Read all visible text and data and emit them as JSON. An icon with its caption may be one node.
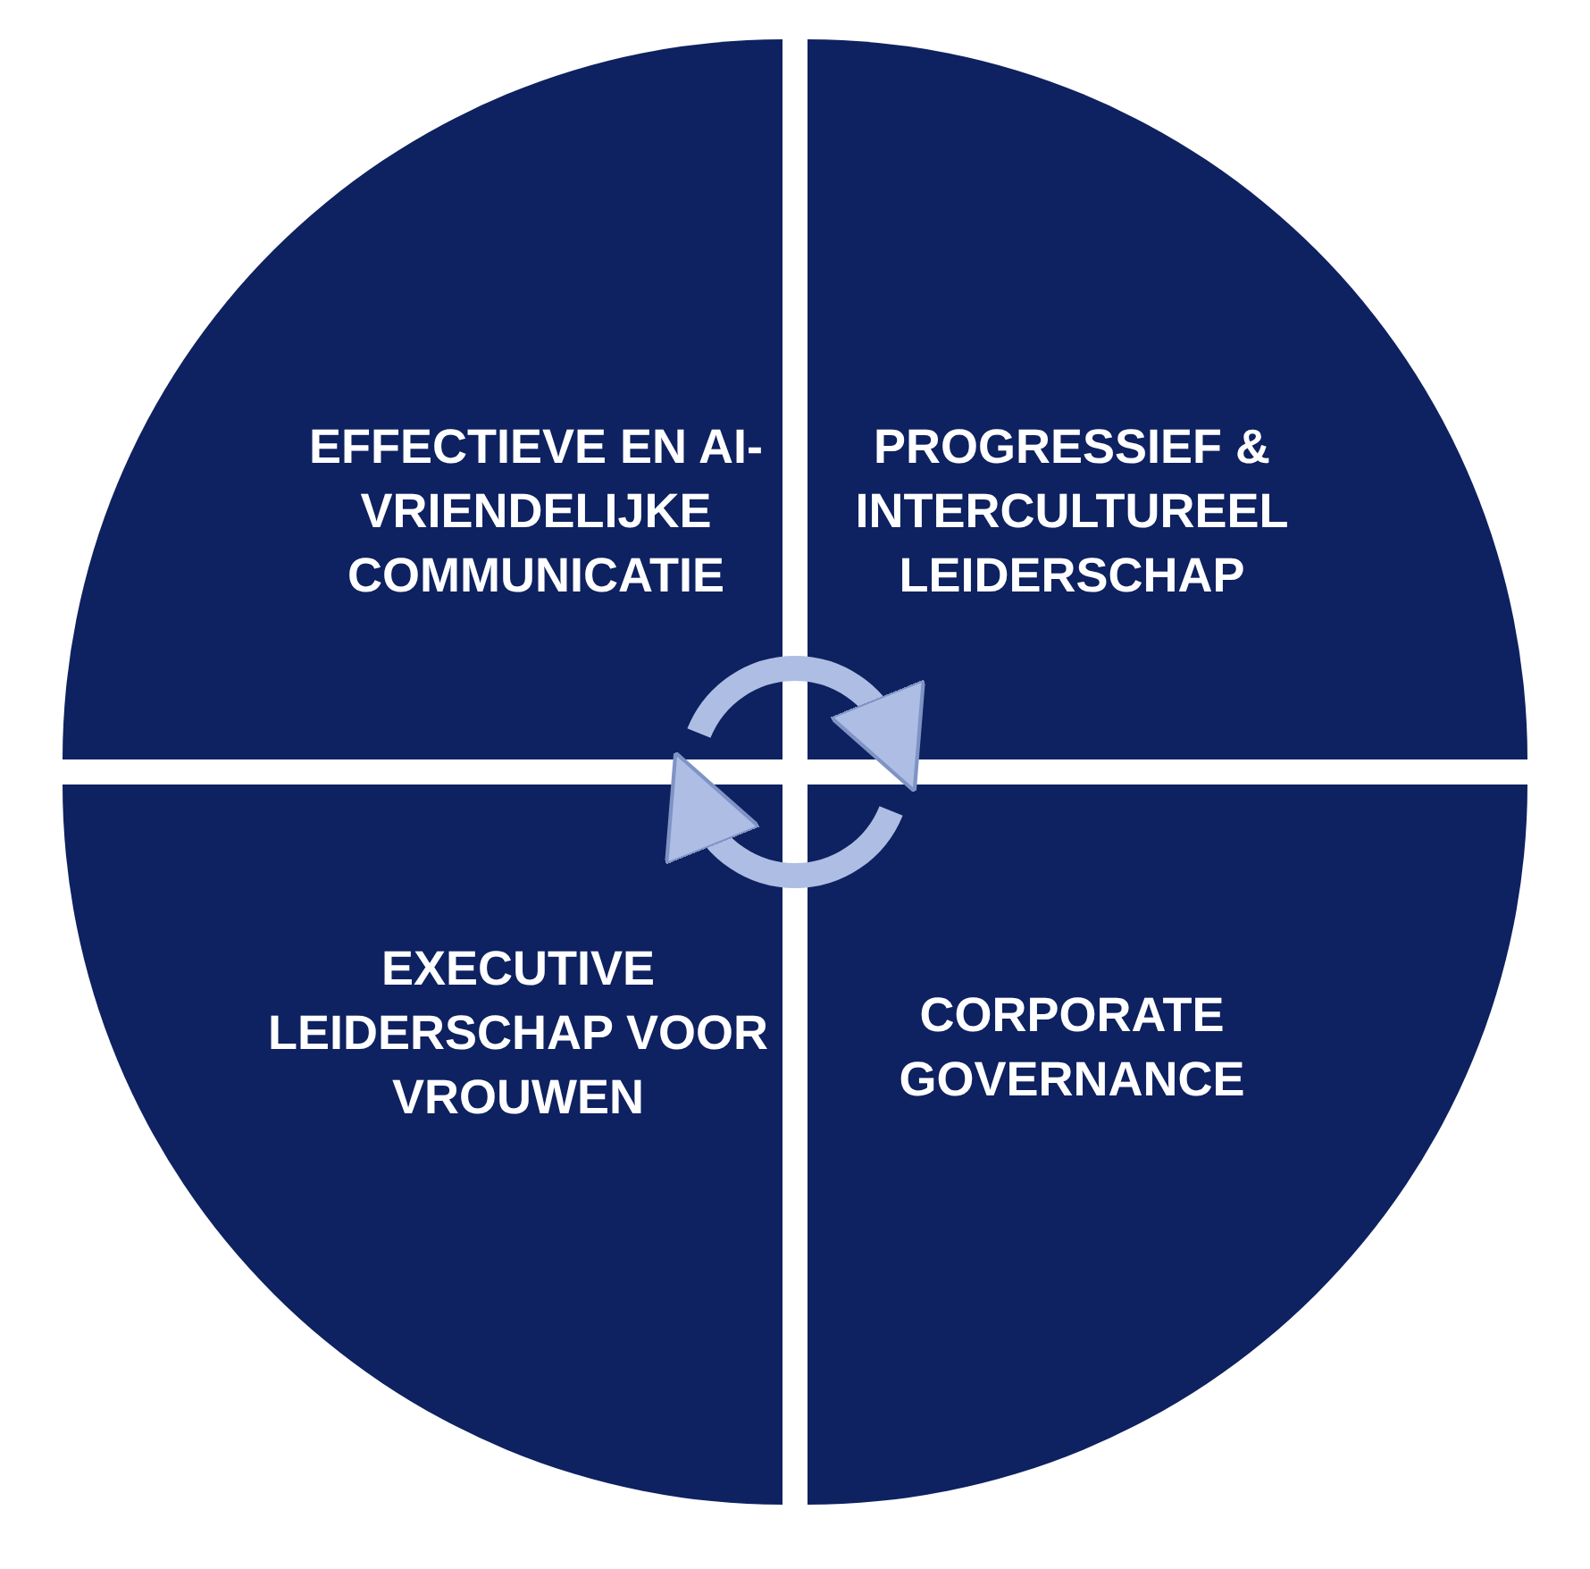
{
  "diagram": {
    "nodes": [
      {
        "text": [
          "EFFECTIEVE EN AI-VRIENDELIJKE COMMUNICATIE"
        ]
      },
      {
        "text": [
          "PROGRESSIEF & INTERCULTUREEL LEIDERSCHAP"
        ]
      },
      {
        "text": [
          "EXECUTIVE LEIDERSCHAP VOOR VROUWEN"
        ]
      },
      {
        "text": [
          "CORPORATE GOVERNANCE"
        ]
      }
    ],
    "edges": [
      {
        "from": 0,
        "to": 1,
        "arrow": "to"
      },
      {
        "from": 3,
        "to": 2,
        "arrow": "to"
      }
    ]
  }
}
